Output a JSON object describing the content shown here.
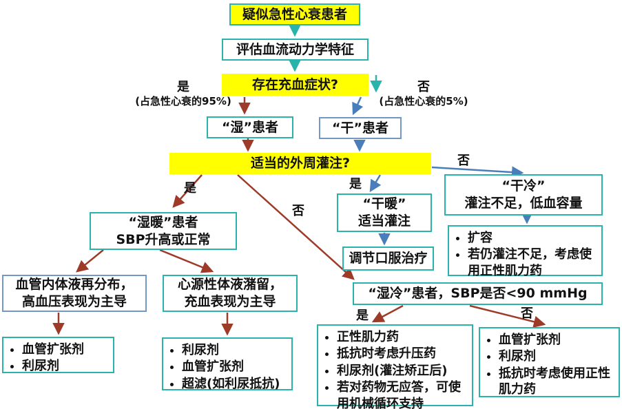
{
  "flowchart": {
    "suspect": "疑似急性心衰患者",
    "assess": "评估血流动力学特征",
    "congestion_question": "存在充血症状?",
    "wet_patient": "“湿”患者",
    "dry_patient": "“干”患者",
    "perfusion_question": "适当的外周灌注?",
    "wet_warm": {
      "line1": "“湿暖”患者",
      "line2": "SBP升高或正常"
    },
    "dry_warm": {
      "line1": "“干暖”",
      "line2": "适当灌注"
    },
    "oral_therapy": "调节口服治疗",
    "dry_cold": {
      "line1": "“干冷”",
      "line2": "灌注不足，低血容量"
    },
    "dry_cold_tx": {
      "item1": "扩容",
      "item2": "若仍灌注不足，考虑使用正性肌力药"
    },
    "redistribution": {
      "line1": "血管内体液再分布，",
      "line2": "高血压表现为主导"
    },
    "retention": {
      "line1": "心源性体液潴留，",
      "line2": "充血表现为主导"
    },
    "tx_vasodilator": {
      "item1": "血管扩张剂",
      "item2": "利尿剂"
    },
    "tx_diuretic": {
      "item1": "利尿剂",
      "item2": "血管扩张剂",
      "item3": "超滤(如利尿抵抗)"
    },
    "wet_cold": {
      "normal": "“湿冷”患者，",
      "bold": "SBP是否<90 mmHg"
    },
    "tx_inotrope": {
      "item1": "正性肌力药",
      "item2": "抵抗时考虑升压药",
      "item3": "利尿剂(灌注矫正后)",
      "item4": "若对药物无应答，可使用机械循环支持"
    },
    "tx_vasodilator2": {
      "item1": "血管扩张剂",
      "item2": "利尿剂",
      "item3": "抵抗时考虑使用正性肌力药"
    },
    "labels": {
      "yes_95": "是",
      "yes_95_sub": "(占急性心衰的95%)",
      "no_5": "否",
      "no_5_sub": "(占急性心衰的5%)",
      "perfusion_yes_left": "是",
      "perfusion_no_diag": "否",
      "perfusion_yes_mid": "是",
      "perfusion_no_right": "否",
      "sbp_yes": "是",
      "sbp_no": "否"
    },
    "colors": {
      "teal": "#2ab3ab",
      "blue": "#4a7ebb",
      "light_blue_border": "#7396c5",
      "dark_red": "#9e3a28",
      "yellow": "#ffff00"
    }
  }
}
